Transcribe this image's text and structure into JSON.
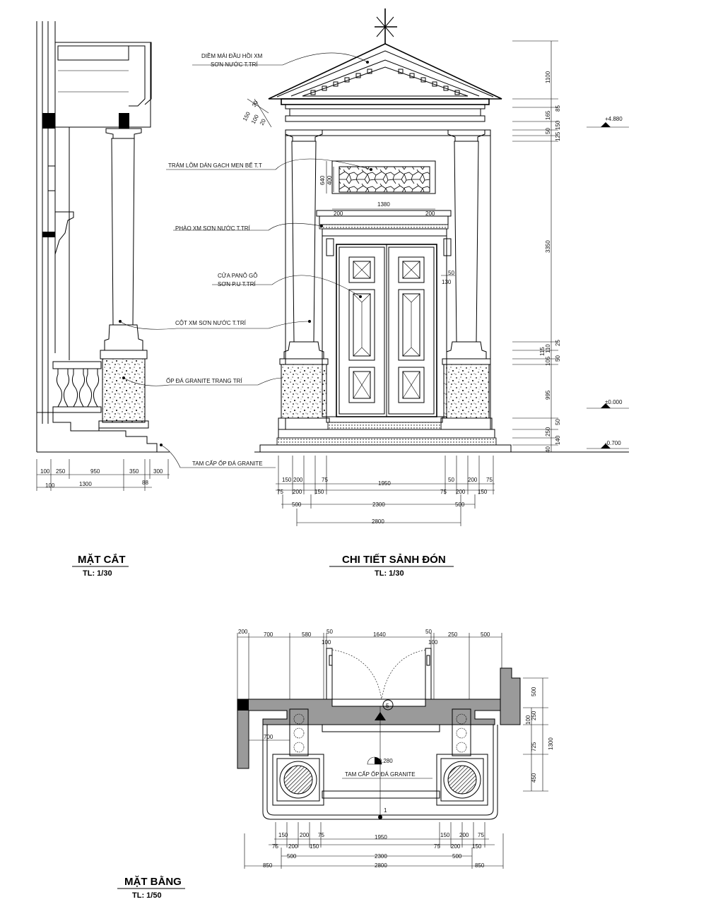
{
  "elevation": {
    "annotations": {
      "roof_line1": "DIỀM MÁI ĐẦU HỒI XM",
      "roof_line2": "SƠN NƯỚC T.TRÍ",
      "panel": "TRÁM LÕM DÁN GẠCH MEN BỂ T.T",
      "molding": "PHÀO XM SƠN NƯỚC T.TRÍ",
      "door_line1": "CỬA PANÔ GỖ",
      "door_line2": "SƠN P.U T.TRÍ",
      "column": "CỘT XM SƠN NƯỚC T.TRÍ",
      "granite_cladding": "ỐP ĐÁ GRANITE TRANG TRÍ",
      "step": "TAM CẤP ỐP ĐÁ GRANITE"
    },
    "levels": [
      "+4.880",
      "±0.000",
      "-0.700"
    ],
    "vertical_dims": [
      "1100",
      "85",
      "165",
      "150",
      "50",
      "125",
      "3350",
      "25",
      "110",
      "115",
      "105",
      "50",
      "995",
      "50",
      "250",
      "140",
      "40"
    ],
    "ridge_dims": [
      "150",
      "100",
      "30",
      "20"
    ],
    "panel_dims": [
      "640",
      "400",
      "1380",
      "200",
      "200"
    ],
    "door_dims": [
      "50",
      "130"
    ],
    "bottom_dims_row1": [
      "150",
      "200",
      "75",
      "1950",
      "50",
      "200",
      "75"
    ],
    "bottom_dims_row2": [
      "75",
      "200",
      "150",
      "75",
      "200",
      "150"
    ],
    "bottom_dims_row3": [
      "500",
      "2300",
      "500"
    ],
    "bottom_dims_row4": [
      "2800"
    ],
    "title": "CHI TIẾT SẢNH ĐÓN",
    "scale": "TL: 1/30"
  },
  "section": {
    "dims_row1": [
      "100",
      "250",
      "950",
      "350",
      "300"
    ],
    "dims_row2": [
      "100",
      "1300",
      "88"
    ],
    "title": "MẶT CẮT",
    "scale": "TL: 1/30"
  },
  "plan": {
    "top_dims": [
      "200",
      "700",
      "580",
      "50",
      "1640",
      "50",
      "250",
      "500"
    ],
    "small_dims": [
      "100",
      "100"
    ],
    "right_dims": [
      "500",
      "250",
      "100",
      "725",
      "1300",
      "450"
    ],
    "left_dim": "700",
    "level": "-0.280",
    "grid_bubble": "5",
    "axis_label": "1",
    "annotation": "TAM CẤP ỐP ĐÁ GRANITE",
    "bottom_dims_row1": [
      "150",
      "200",
      "75",
      "1950",
      "150",
      "200",
      "75"
    ],
    "bottom_dims_row2": [
      "75",
      "200",
      "150",
      "75",
      "200",
      "150"
    ],
    "bottom_dims_row3": [
      "500",
      "2300",
      "500"
    ],
    "bottom_dims_row4": [
      "850",
      "2800",
      "850"
    ],
    "title": "MẶT BẰNG",
    "scale": "TL: 1/50"
  }
}
